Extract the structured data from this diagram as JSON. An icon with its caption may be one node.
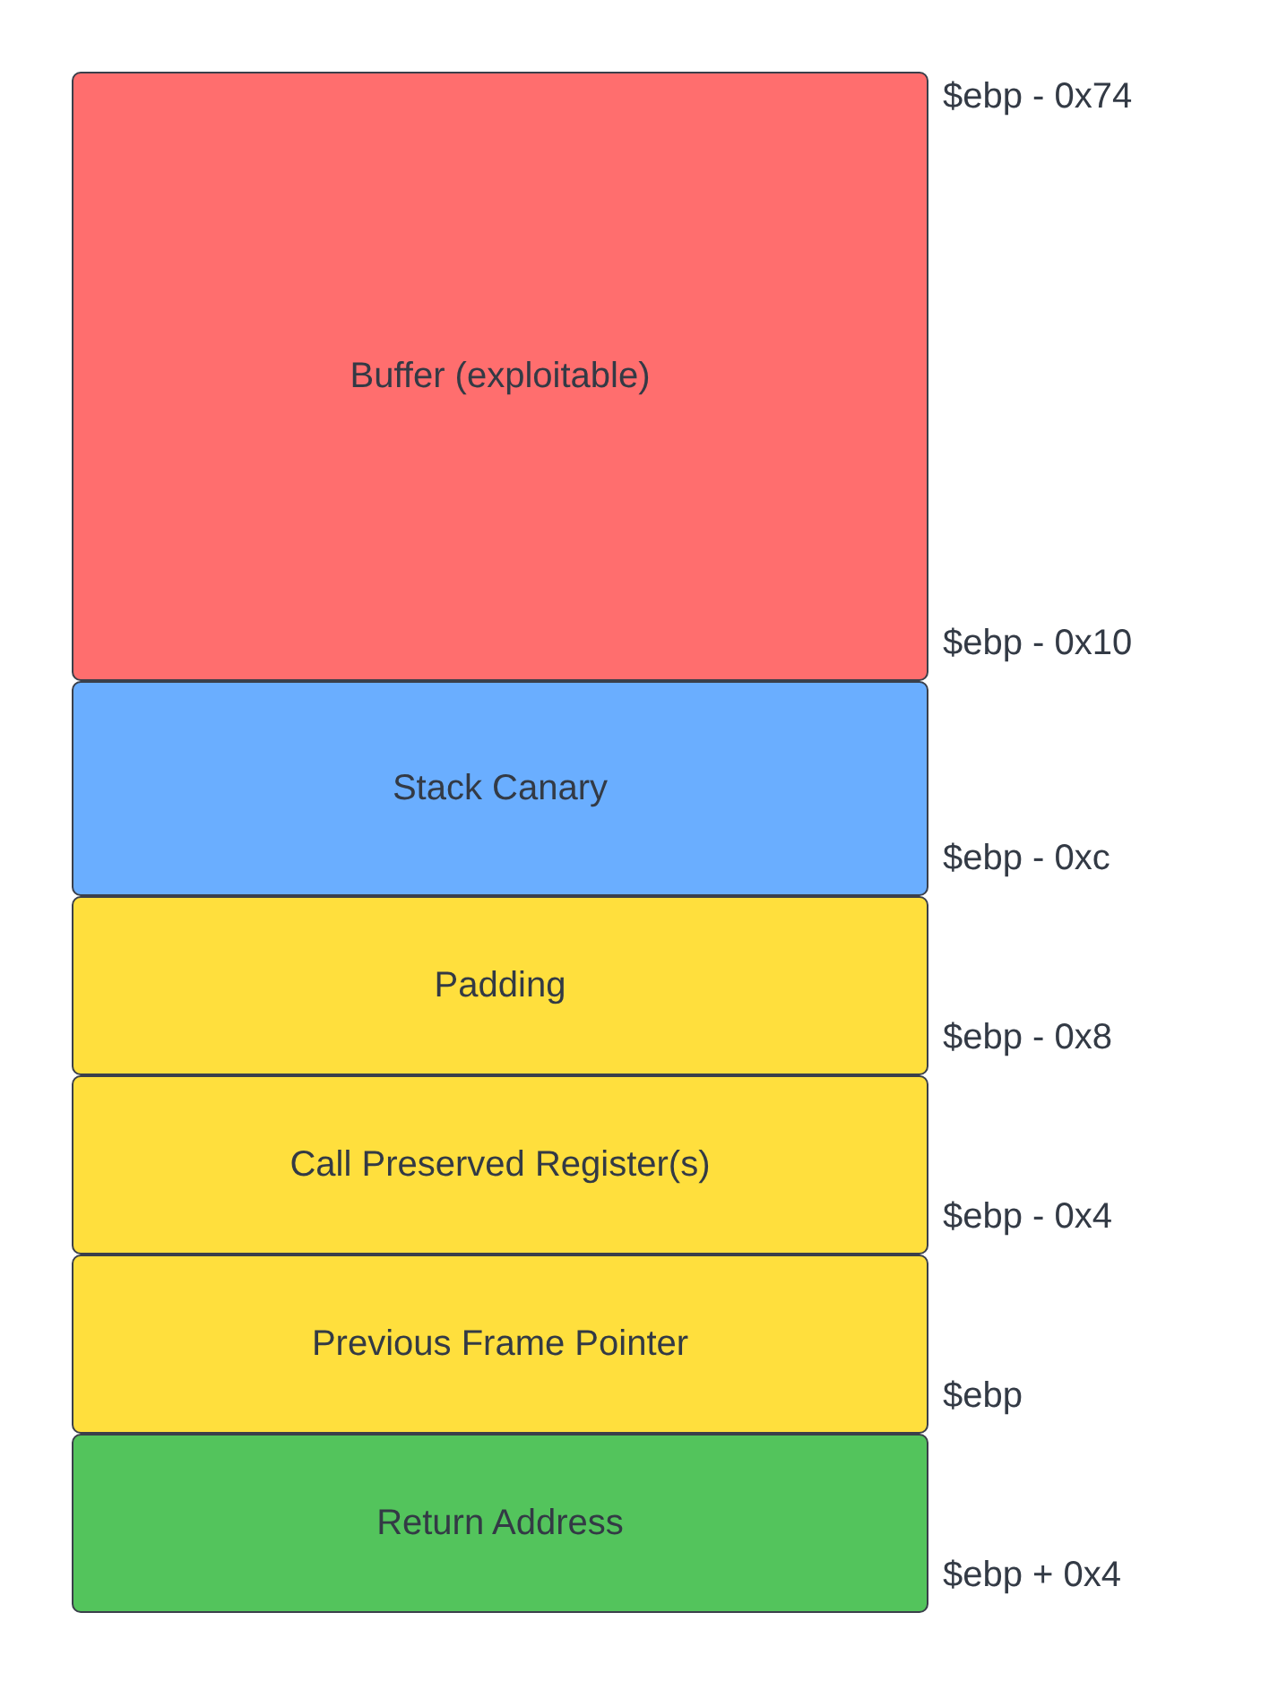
{
  "diagram": {
    "nodes": [
      {
        "text": [
          "Buffer (exploitable)"
        ],
        "beside": [
          "$ebp - 0x74",
          "$ebp - 0x10"
        ]
      },
      {
        "text": [
          "Stack Canary"
        ],
        "beside": [
          "$ebp - 0xc"
        ]
      },
      {
        "text": [
          "Padding"
        ],
        "beside": [
          "$ebp - 0x8"
        ]
      },
      {
        "text": [
          "Call Preserved Register(s)"
        ],
        "beside": [
          "$ebp - 0x4"
        ]
      },
      {
        "text": [
          "Previous Frame Pointer"
        ],
        "beside": [
          "$ebp"
        ]
      },
      {
        "text": [
          "Return Address"
        ],
        "beside": [
          "$ebp + 0x4"
        ]
      }
    ],
    "edges": []
  }
}
